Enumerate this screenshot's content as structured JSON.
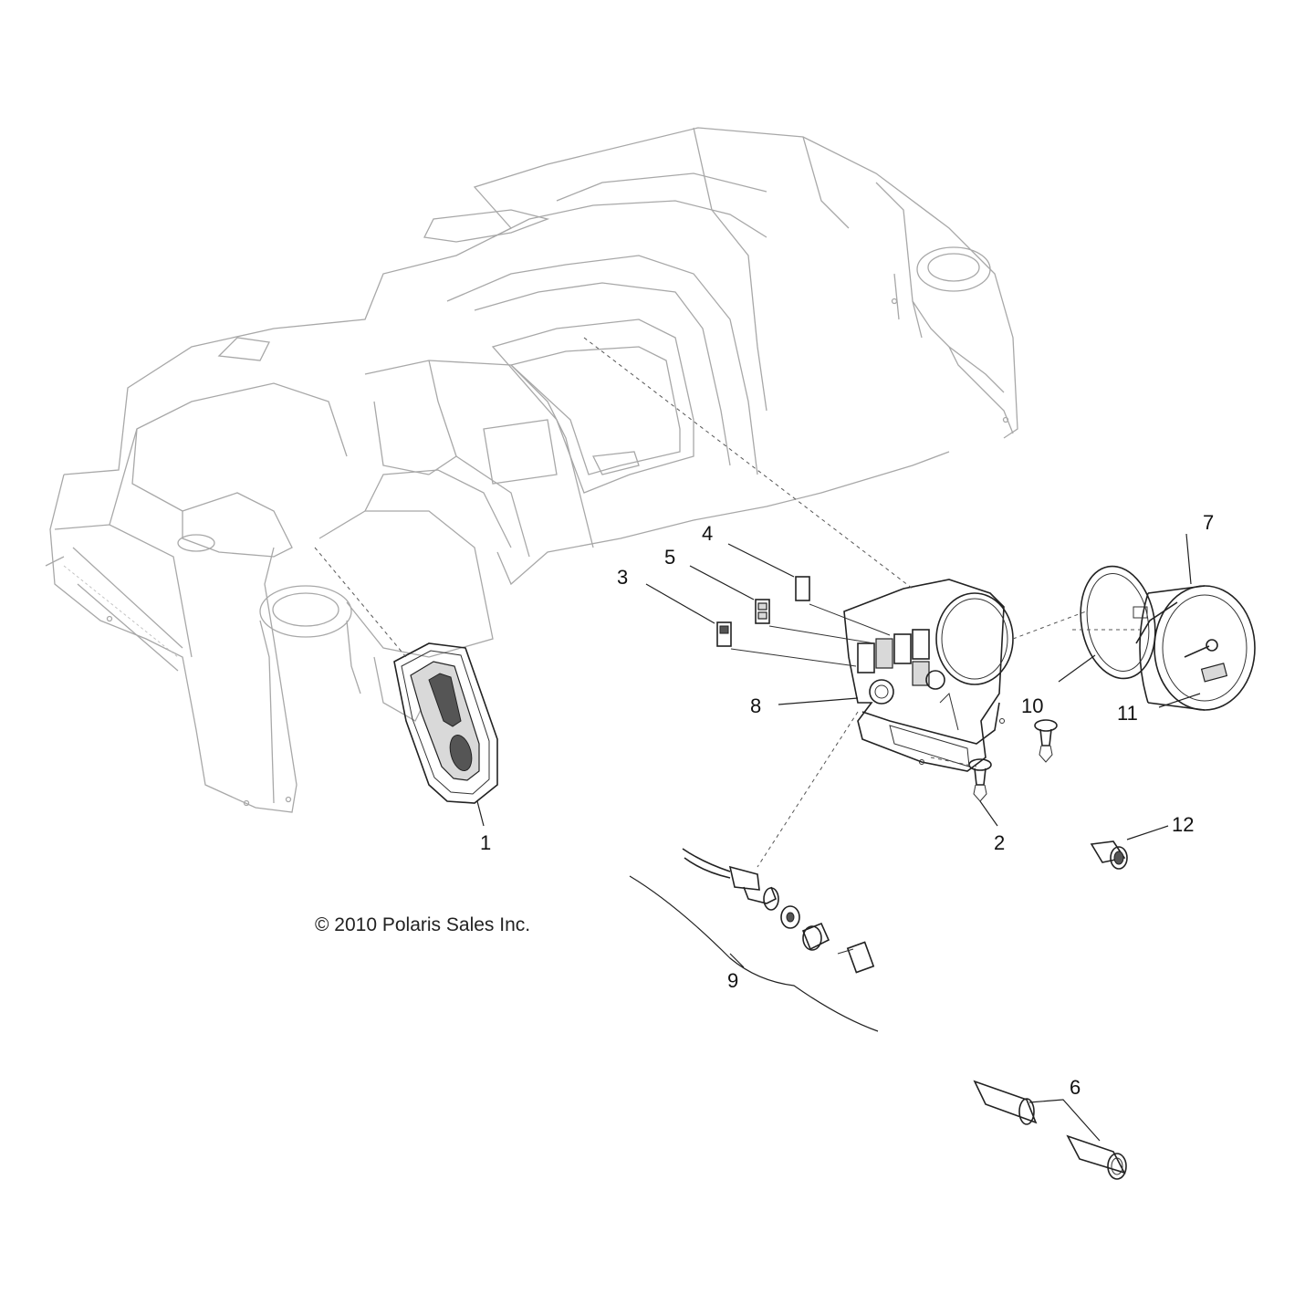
{
  "diagram": {
    "copyright": "© 2010 Polaris Sales Inc.",
    "callouts": [
      "1",
      "2",
      "3",
      "4",
      "5",
      "6",
      "7",
      "8",
      "9",
      "10",
      "11",
      "12"
    ]
  },
  "colors": {
    "line": "#222222",
    "ghost_line": "#a8a8a8",
    "background": "#ffffff"
  }
}
